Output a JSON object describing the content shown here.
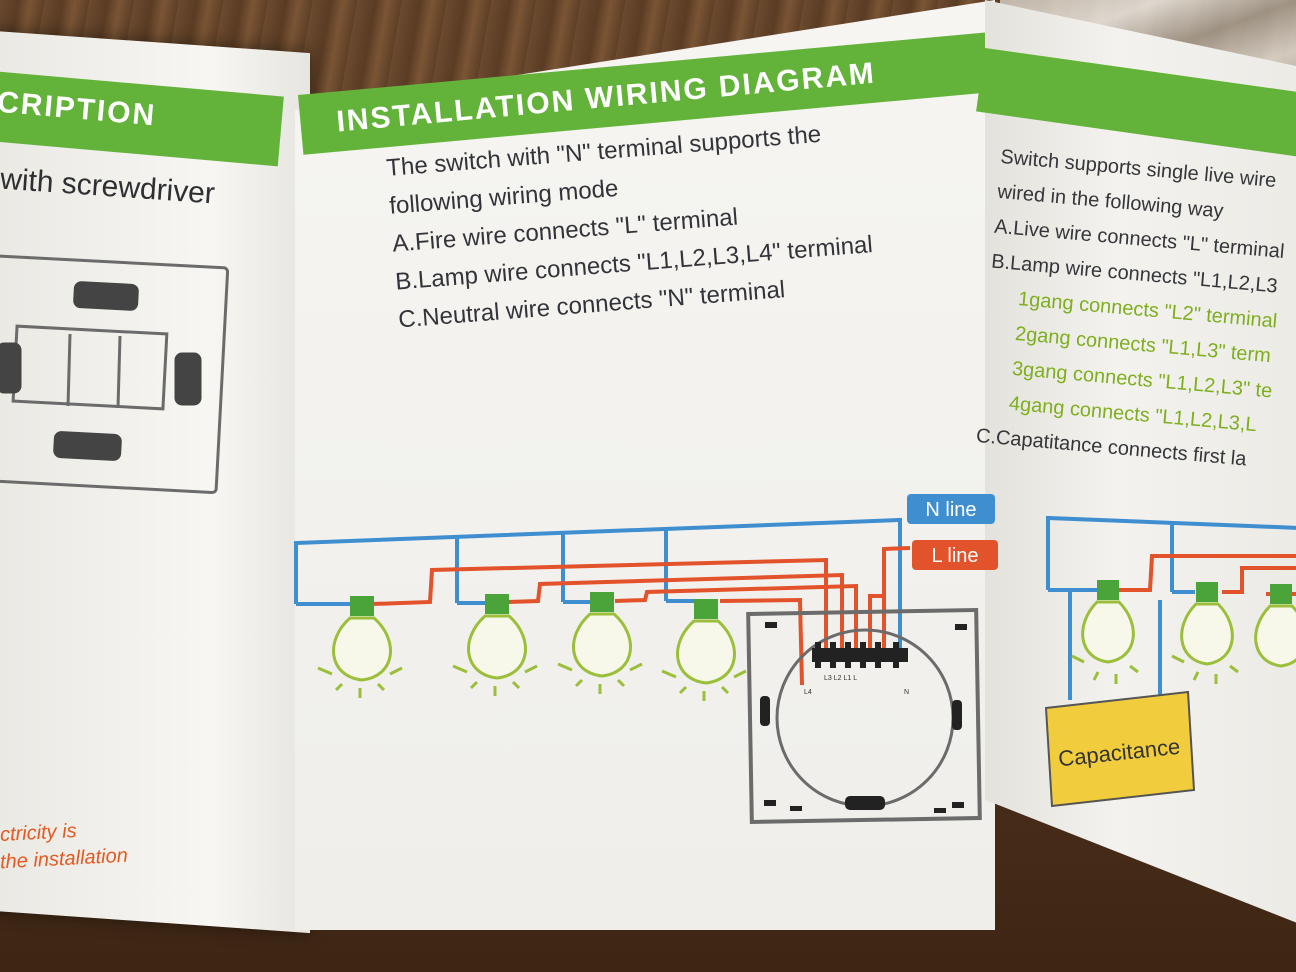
{
  "left_panel": {
    "header": "CRIPTION",
    "step_text": "with screwdriver",
    "warning_line1": "ctricity is",
    "warning_line2": "the installation"
  },
  "middle_panel": {
    "header": "INSTALLATION WIRING DIAGRAM",
    "intro_line1": "The switch with \"N\" terminal supports the",
    "intro_line2": "following wiring mode",
    "item_a": "A.Fire wire connects \"L\" terminal",
    "item_b": "B.Lamp wire connects  \"L1,L2,L3,L4\" terminal",
    "item_c": "C.Neutral wire connects  \"N\"  terminal",
    "n_line_label": "N line",
    "l_line_label": "L line",
    "terminal_labels": "L3 L2 L1 L",
    "terminal_l4": "L4",
    "terminal_n": "N"
  },
  "right_panel": {
    "line1": "Switch supports single live wire",
    "line2": "wired in the following way",
    "item_a": "A.Live wire connects \"L\" terminal",
    "item_b": "B.Lamp wire connects \"L1,L2,L3",
    "gang1": "1gang connects \"L2\" terminal",
    "gang2": "2gang connects \"L1,L3\" term",
    "gang3": "3gang connects \"L1,L2,L3\" te",
    "gang4": "4gang connects \"L1,L2,L3,L",
    "item_c": "C.Capatitance connects first la",
    "capacitance_label": "Capacitance"
  },
  "colors": {
    "header_green": "#63b33a",
    "n_wire": "#3f8fd0",
    "l_wire": "#e2532b",
    "lamp": "#9bbf3a",
    "lamp_cap": "#4aa43a",
    "capacitance_box": "#f1cd3d"
  }
}
